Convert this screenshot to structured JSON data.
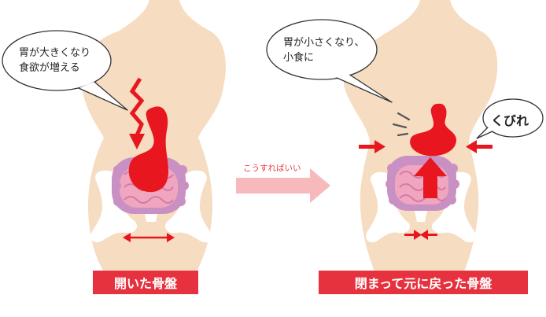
{
  "left_panel": {
    "bubble_line1": "胃が大きくなり",
    "bubble_line2": "食欲が増える",
    "caption": "開いた骨盤"
  },
  "middle": {
    "arrow_label": "こうすればいい"
  },
  "right_panel": {
    "bubble_line1": "胃が小さくなり、",
    "bubble_line2": "小食に",
    "side_bubble": "くびれ",
    "caption": "閉まって元に戻った骨盤"
  },
  "colors": {
    "skin": "#f6dcc0",
    "bone": "#ffffff",
    "stomach": "#e8161e",
    "intestine_outer": "#c990c4",
    "intestine_inner": "#f0a6be",
    "accent": "#e6323e",
    "middle_arrow": "#f7b9bb"
  },
  "icons": [
    "zigzag-down-arrow-icon",
    "up-arrow-icon",
    "squeeze-arrow-icon",
    "double-arrow-icon"
  ]
}
